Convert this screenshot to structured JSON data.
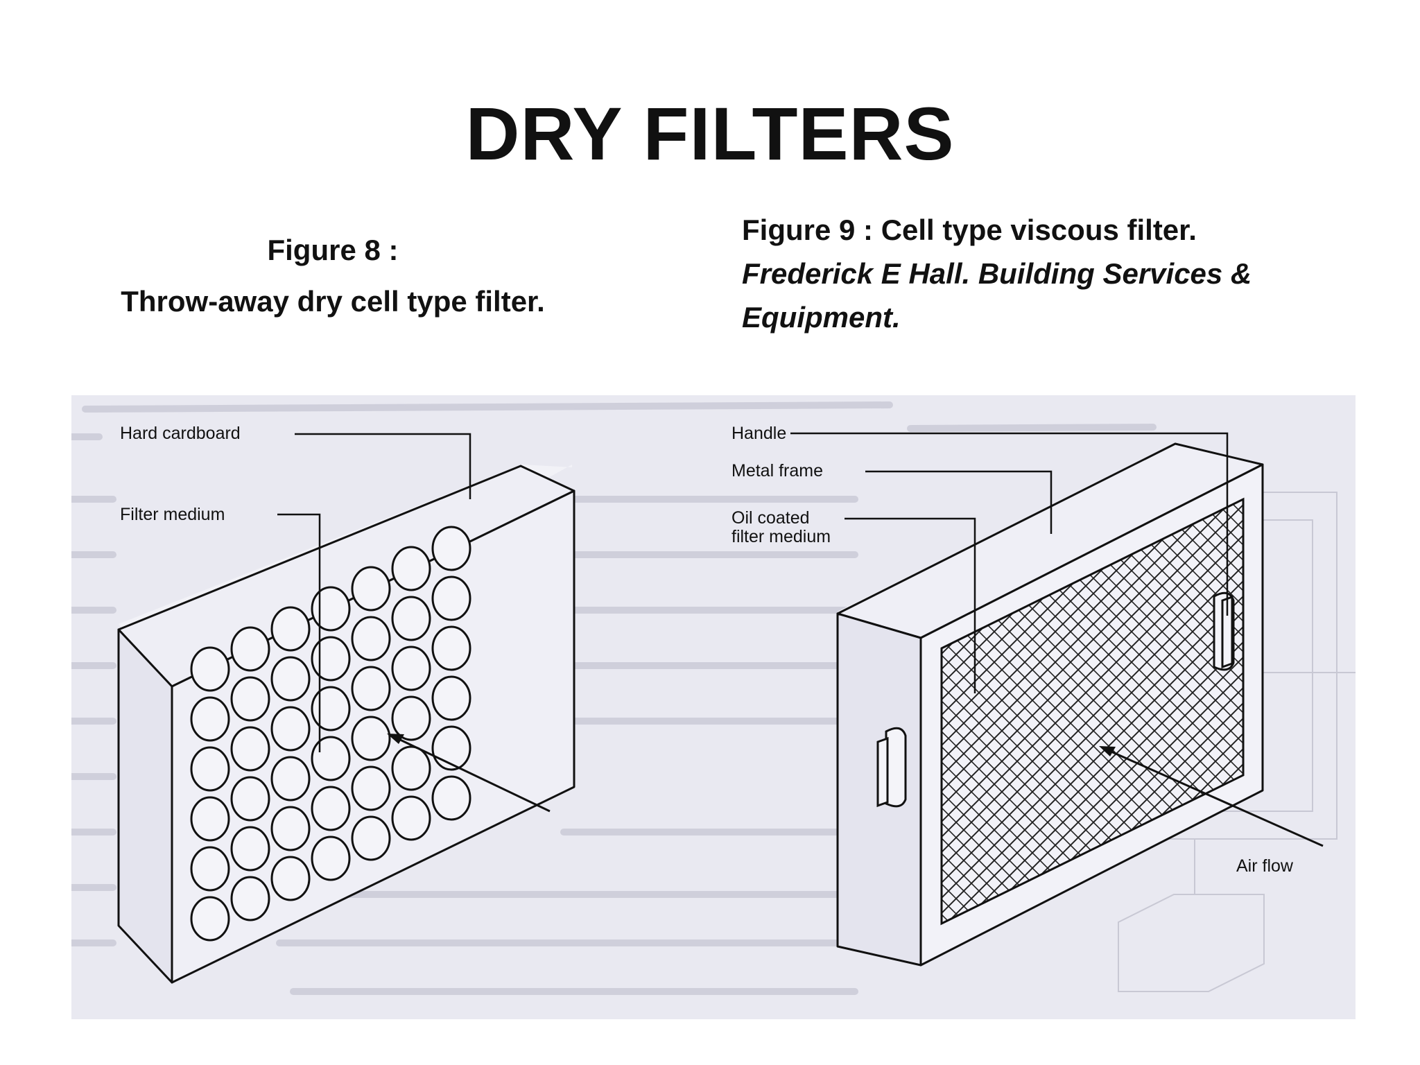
{
  "title": "DRY FILTERS",
  "figure8": {
    "caption_line1": "Figure 8 :",
    "caption_line2": "Throw-away dry cell type filter.",
    "labels": {
      "hard_cardboard": "Hard cardboard",
      "filter_medium": "Filter medium"
    }
  },
  "figure9": {
    "caption_line1": "Figure 9 : Cell type viscous filter.",
    "source_line1": "Frederick E Hall. Building Services &",
    "source_line2": "Equipment.",
    "labels": {
      "handle": "Handle",
      "metal_frame": "Metal frame",
      "oil_coated_1": "Oil coated",
      "oil_coated_2": "filter medium",
      "air_flow": "Air flow"
    }
  }
}
